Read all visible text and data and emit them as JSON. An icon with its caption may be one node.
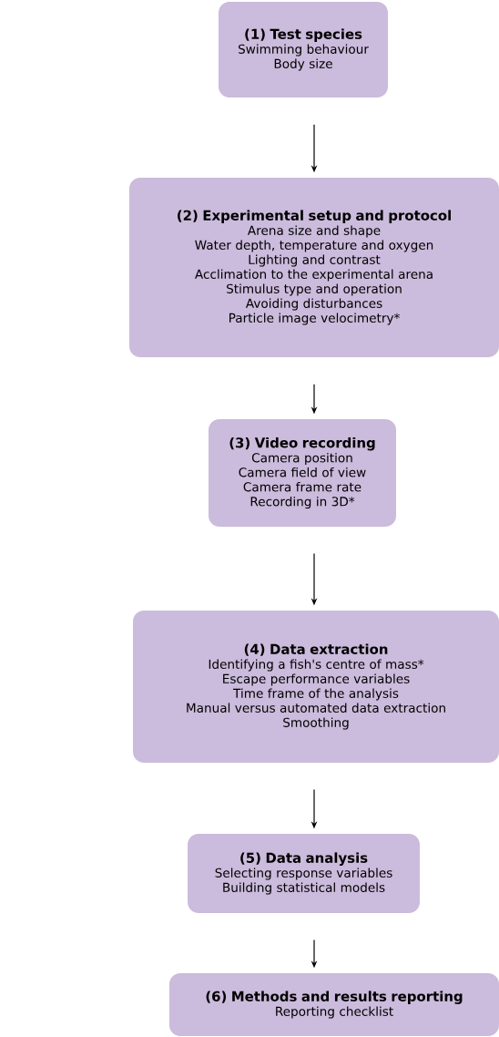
{
  "diagram": {
    "nodes": [
      {
        "text": [
          "(1) Test species",
          "Swimming behaviour",
          "Body size"
        ]
      },
      {
        "text": [
          "(2) Experimental setup and protocol",
          "Arena size and shape",
          "Water depth, temperature and oxygen",
          "Lighting and contrast",
          "Acclimation to the experimental arena",
          "Stimulus type and operation",
          "Avoiding disturbances",
          "Particle image velocimetry*"
        ]
      },
      {
        "text": [
          "(3) Video recording",
          "Camera position",
          "Camera field of view",
          "Camera frame rate",
          "Recording in 3D*"
        ]
      },
      {
        "text": [
          "(4) Data extraction",
          "Identifying a fish's centre of mass*",
          "Escape performance variables",
          "Time frame of the analysis",
          "Manual versus automated data extraction",
          "Smoothing"
        ]
      },
      {
        "text": [
          "(5) Data analysis",
          "Selecting response variables",
          "Building statistical models"
        ]
      },
      {
        "text": [
          "(6) Methods and results reporting",
          "Reporting checklist"
        ]
      }
    ],
    "edges": [
      {
        "from": 0,
        "to": 1,
        "arrow": "to"
      },
      {
        "from": 1,
        "to": 2,
        "arrow": "to"
      },
      {
        "from": 2,
        "to": 3,
        "arrow": "to"
      },
      {
        "from": 3,
        "to": 4,
        "arrow": "to"
      },
      {
        "from": 4,
        "to": 5,
        "arrow": "to"
      }
    ]
  }
}
